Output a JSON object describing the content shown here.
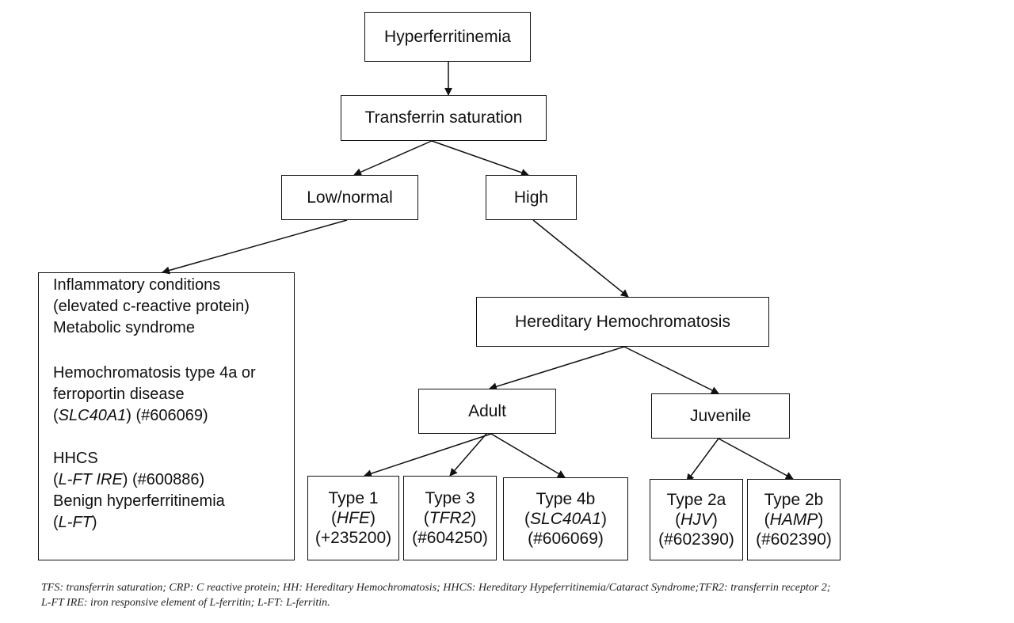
{
  "nodes": {
    "hyperferritinemia": "Hyperferritinemia",
    "transferrin_saturation": "Transferrin saturation",
    "low_normal": "Low/normal",
    "high": "High",
    "hereditary_hemochromatosis": "Hereditary Hemochromatosis",
    "adult": "Adult",
    "juvenile": "Juvenile"
  },
  "low_normal_box": {
    "line1": "Inflammatory conditions",
    "line2": "(elevated c-reactive protein)",
    "line3": "Metabolic syndrome",
    "line4": "Hemochromatosis type 4a or",
    "line5": "ferroportin disease",
    "line6_open": "(",
    "line6_gene": "SLC40A1",
    "line6_rest": ") (#606069)",
    "line7": "HHCS",
    "line8_open": "(",
    "line8_gene": "L-FT IRE",
    "line8_rest": ")  (#600886)",
    "line9": "Benign hyperferritinemia",
    "line10_open": "(",
    "line10_gene": "L-FT",
    "line10_rest": ")"
  },
  "types": [
    {
      "name": "Type 1",
      "gene": "HFE",
      "omim": "(+235200)"
    },
    {
      "name": "Type 3",
      "gene": "TFR2",
      "omim": "(#604250)"
    },
    {
      "name": "Type 4b",
      "gene": "SLC40A1",
      "omim": "(#606069)"
    },
    {
      "name": "Type 2a",
      "gene": "HJV",
      "omim": "(#602390)"
    },
    {
      "name": "Type 2b",
      "gene": "HAMP",
      "omim": "(#602390)"
    }
  ],
  "caption": {
    "line1": "TFS: transferrin saturation; CRP: C reactive protein; HH: Hereditary Hemochromatosis; HHCS: Hereditary Hypeferritinemia/Cataract Syndrome;TFR2: transferrin receptor 2;",
    "line2": "L-FT IRE: iron responsive element of L-ferritin; L-FT: L-ferritin."
  }
}
